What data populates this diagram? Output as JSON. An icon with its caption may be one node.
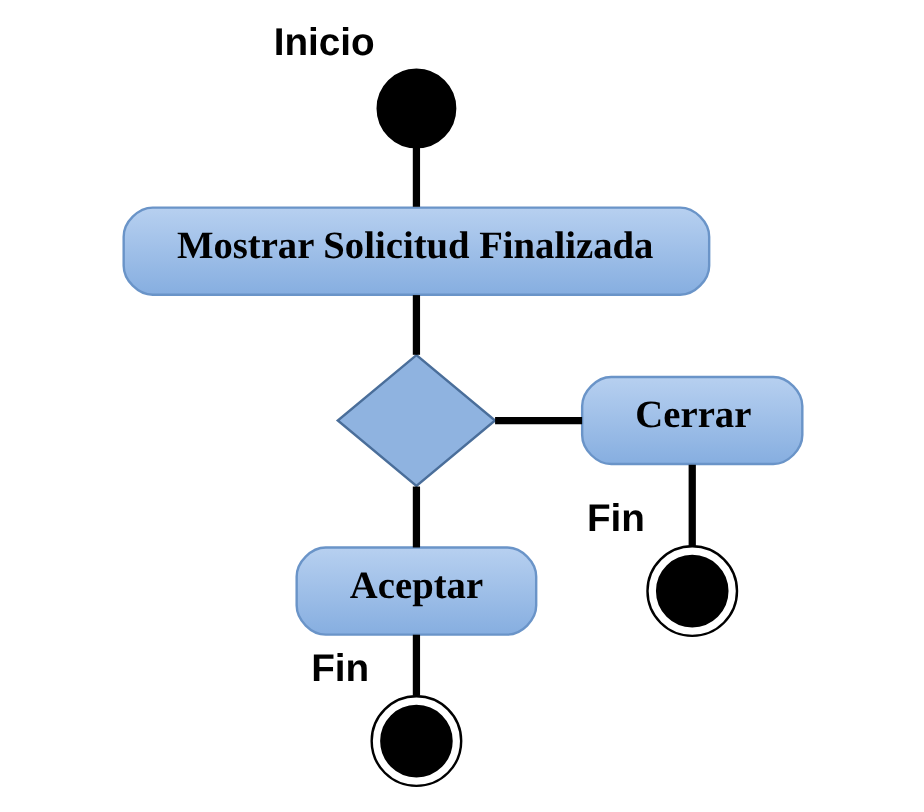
{
  "diagram": {
    "nodes": [
      {
        "text": [],
        "shape": "circle",
        "beside": [
          "Inicio"
        ]
      },
      {
        "text": [
          "Mostrar Solicitud Finalizada"
        ]
      },
      {
        "text": [],
        "shape": "diamond"
      },
      {
        "text": [
          "Cerrar"
        ]
      },
      {
        "text": [
          "Aceptar"
        ]
      },
      {
        "text": [],
        "shape": "circle",
        "beside": [
          "Fin"
        ]
      },
      {
        "text": [],
        "shape": "circle",
        "beside": [
          "Fin"
        ]
      }
    ],
    "edges": [
      {
        "from": 0,
        "to": 1,
        "arrow": "none"
      },
      {
        "from": 1,
        "to": 2,
        "arrow": "none"
      },
      {
        "from": 2,
        "to": 3,
        "arrow": "none"
      },
      {
        "from": 2,
        "to": 4,
        "arrow": "none"
      },
      {
        "from": 3,
        "to": 5,
        "arrow": "none"
      },
      {
        "from": 4,
        "to": 6,
        "arrow": "none"
      }
    ]
  }
}
